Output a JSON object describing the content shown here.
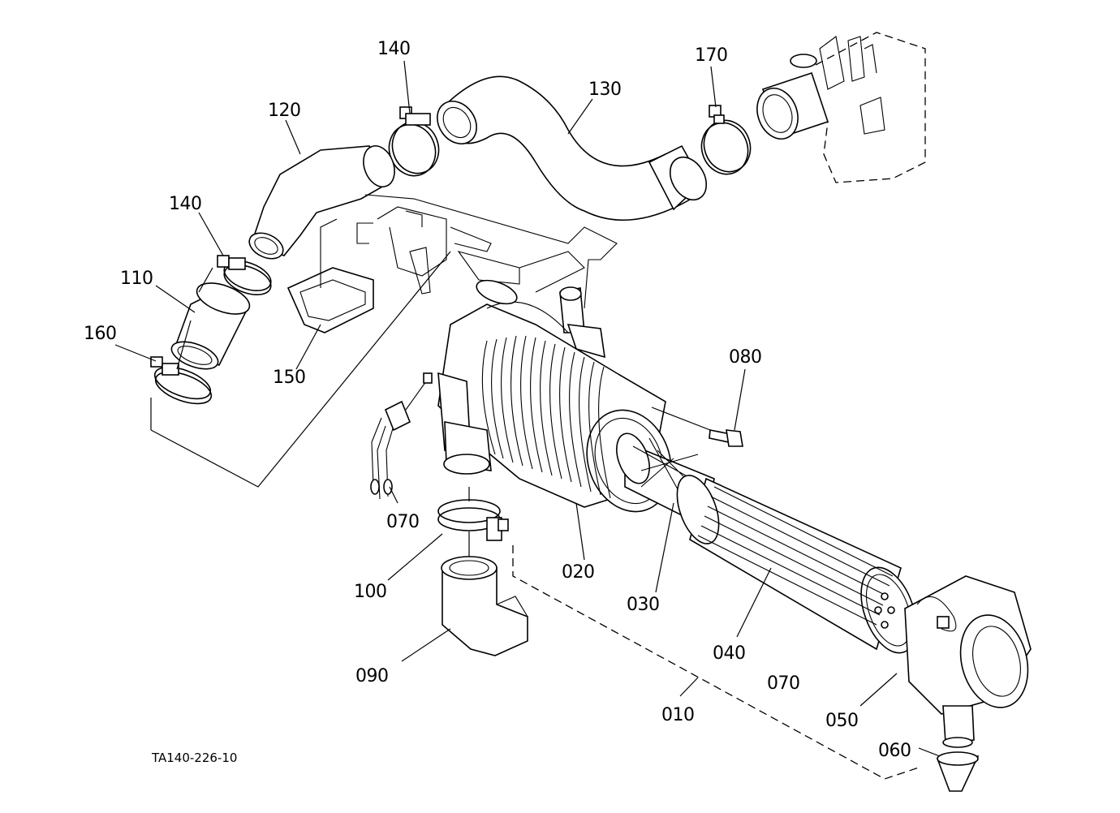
{
  "diagram": {
    "reference_code": "TA140-226-10",
    "part_labels": [
      "010",
      "020",
      "030",
      "040",
      "050",
      "060",
      "070",
      "070",
      "080",
      "090",
      "100",
      "110",
      "120",
      "130",
      "140",
      "140",
      "150",
      "160",
      "170"
    ]
  }
}
